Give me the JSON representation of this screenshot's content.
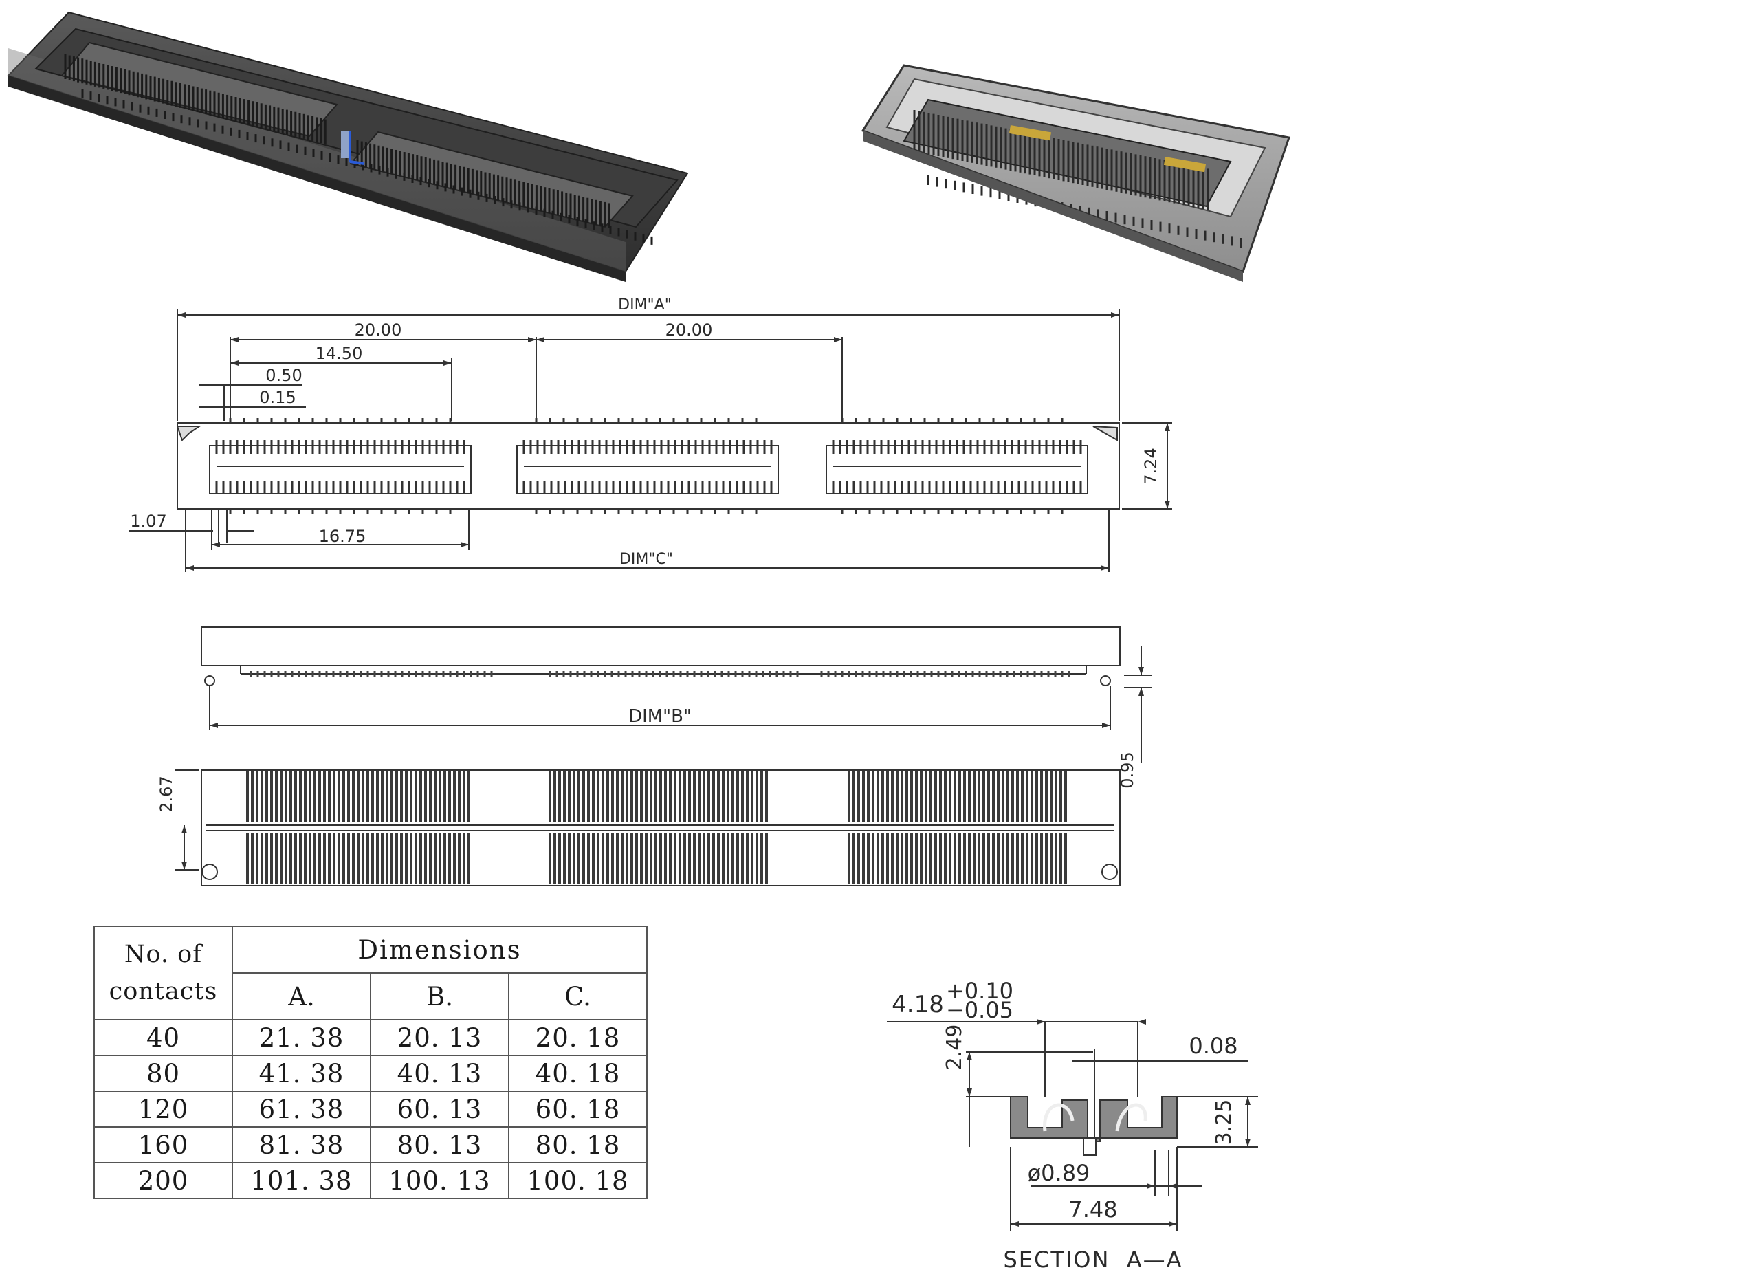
{
  "top_view": {
    "dim_a": "DIM\"A\"",
    "dim_c": "DIM\"C\"",
    "pitch_left": "20.00",
    "pitch_right": "20.00",
    "d_14_50": "14.50",
    "d_0_50": "0.50",
    "d_0_15": "0.15",
    "d_1_07": "1.07",
    "d_16_75": "16.75",
    "d_7_24": "7.24"
  },
  "side_view": {
    "dim_b": "DIM\"B\"",
    "d_0_95": "0.95"
  },
  "bottom_view": {
    "d_2_67": "2.67"
  },
  "table": {
    "col_contacts_line1": "No. of",
    "col_contacts_line2": "contacts",
    "col_dimensions": "Dimensions",
    "col_a": "A.",
    "col_b": "B.",
    "col_c": "C.",
    "rows": [
      [
        "40",
        "21. 38",
        "20. 13",
        "20. 18"
      ],
      [
        "80",
        "41. 38",
        "40. 13",
        "40. 18"
      ],
      [
        "120",
        "61. 38",
        "60. 13",
        "60. 18"
      ],
      [
        "160",
        "81. 38",
        "80. 13",
        "80. 18"
      ],
      [
        "200",
        "101. 38",
        "100. 13",
        "100. 18"
      ]
    ]
  },
  "section": {
    "width_main": "4.18",
    "tol_plus": "+0.10",
    "tol_minus": "−0.05",
    "d_2_49": "2.49",
    "d_0_08": "0.08",
    "d_3_25": "3.25",
    "d_0_89": "ø0.89",
    "d_7_48": "7.48",
    "title": "SECTION  A—A"
  }
}
